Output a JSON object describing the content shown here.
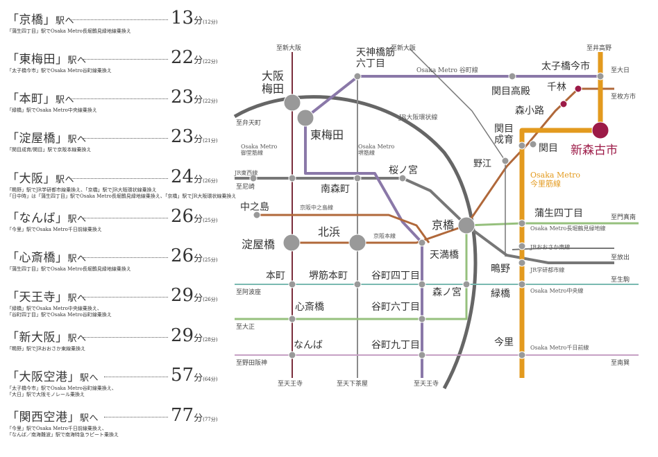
{
  "routes": [
    {
      "station": "「京橋」",
      "eki": "駅へ",
      "minutes": "13",
      "fun": "分",
      "sub": "(12分)",
      "notes": [
        "「蒲生四丁目」駅でOsaka Metro長堀鶴見緑地線乗換え"
      ]
    },
    {
      "station": "「東梅田」",
      "eki": "駅へ",
      "minutes": "22",
      "fun": "分",
      "sub": "(22分)",
      "notes": [
        "「太子橋今市」駅でOsaka Metro谷町線乗換え"
      ]
    },
    {
      "station": "「本町」",
      "eki": "駅へ",
      "minutes": "23",
      "fun": "分",
      "sub": "(22分)",
      "notes": [
        "「緑橋」駅でOsaka Metro中央線乗換え"
      ]
    },
    {
      "station": "「淀屋橋」",
      "eki": "駅へ",
      "minutes": "23",
      "fun": "分",
      "sub": "(21分)",
      "notes": [
        "「関目成育/関目」駅で京阪本線乗換え"
      ]
    },
    {
      "station": "「大阪」",
      "eki": "駅へ",
      "minutes": "24",
      "fun": "分",
      "sub": "(26分)",
      "notes": [
        "「鴫野」駅でJR学研都市線乗換え、「京橋」駅でJR大阪環状線乗換え",
        "「日中時」は「蒲生四丁目」駅でOsaka Metro長堀鶴見緑地線乗換え、「京橋」駅でJR大阪環状線乗換え"
      ]
    },
    {
      "station": "「なんば」",
      "eki": "駅へ",
      "minutes": "26",
      "fun": "分",
      "sub": "(25分)",
      "notes": [
        "「今里」駅でOsaka Metro千日前線乗換え"
      ]
    },
    {
      "station": "「心斎橋」",
      "eki": "駅へ",
      "minutes": "26",
      "fun": "分",
      "sub": "(25分)",
      "notes": [
        "「蒲生四丁目」駅でOsaka Metro長堀鶴見緑地線乗換え"
      ]
    },
    {
      "station": "「天王寺」",
      "eki": "駅へ",
      "minutes": "29",
      "fun": "分",
      "sub": "(26分)",
      "notes": [
        "「緑橋」駅でOsaka Metro中央線乗換え、",
        "「谷町四丁目」駅でOsaka Metro谷町線乗換え"
      ]
    },
    {
      "station": "「新大阪」",
      "eki": "駅へ",
      "minutes": "29",
      "fun": "分",
      "sub": "(28分)",
      "notes": [
        "「鴫野」駅でJRおおさか東線乗換え"
      ]
    },
    {
      "station": "「大阪空港」",
      "eki": "駅へ",
      "minutes": "57",
      "fun": "分",
      "sub": "(64分)",
      "notes": [
        "「太子橋今市」駅でOsaka Metro谷町線乗換え、",
        "「大日」駅で大阪モノレール乗換え"
      ]
    },
    {
      "station": "「関西空港」",
      "eki": "駅へ",
      "minutes": "77",
      "fun": "分",
      "sub": "(77分)",
      "notes": [
        "「今里」駅でOsaka Metro千日前線乗換え、",
        "「なんば／南海難波」駅で南海特急ラピート乗換え"
      ]
    }
  ],
  "map": {
    "colors": {
      "imazatosuji": "#e39a1e",
      "tanimachi": "#8a78a8",
      "keihan": "#b0683a",
      "nagahori": "#96c07d",
      "chuo": "#79b9b0",
      "sennichimae": "#c6a0c4",
      "loop": "#666666",
      "highlight": "#9c1a47",
      "gray_line": "#777777",
      "station_gray": "#999999"
    },
    "highlight_station": "新森古市",
    "station_labels": [
      "天神橋筋\n六丁目",
      "大阪\n梅田",
      "東梅田",
      "太子橋今市",
      "千林",
      "森小路",
      "関目高殿",
      "関目\n成育",
      "関目",
      "野江",
      "桜ノ宮",
      "南森町",
      "中之島",
      "淀屋橋",
      "北浜",
      "京橋",
      "天満橋",
      "蒲生四丁目",
      "鴫野",
      "本町",
      "堺筋本町",
      "谷町四丁目",
      "森ノ宮",
      "緑橋",
      "心斎橋",
      "谷町六丁目",
      "なんば",
      "谷町九丁目",
      "今里"
    ],
    "line_labels": [
      "Osaka Metro 谷町線",
      "JR大阪環状線",
      "Osaka Metro\n御堂筋線",
      "Osaka Metro\n堺筋線",
      "JR東西線",
      "京阪中之島線",
      "京阪本線",
      "Osaka Metro\n今里筋線",
      "Osaka Metro長堀鶴見緑地線",
      "JRおおさか東線",
      "JR学研都市線",
      "Osaka Metro中央線",
      "Osaka Metro千日前線"
    ],
    "direction_labels": [
      "至新大阪",
      "至新大阪",
      "至弁天町",
      "至尼崎",
      "至阿波座",
      "至大正",
      "至野田阪神",
      "至天王寺",
      "至天下茶屋",
      "至天王寺",
      "至井高野",
      "至大日",
      "至枚方市",
      "至門真南",
      "至放出",
      "至生駒",
      "至南巽"
    ]
  }
}
